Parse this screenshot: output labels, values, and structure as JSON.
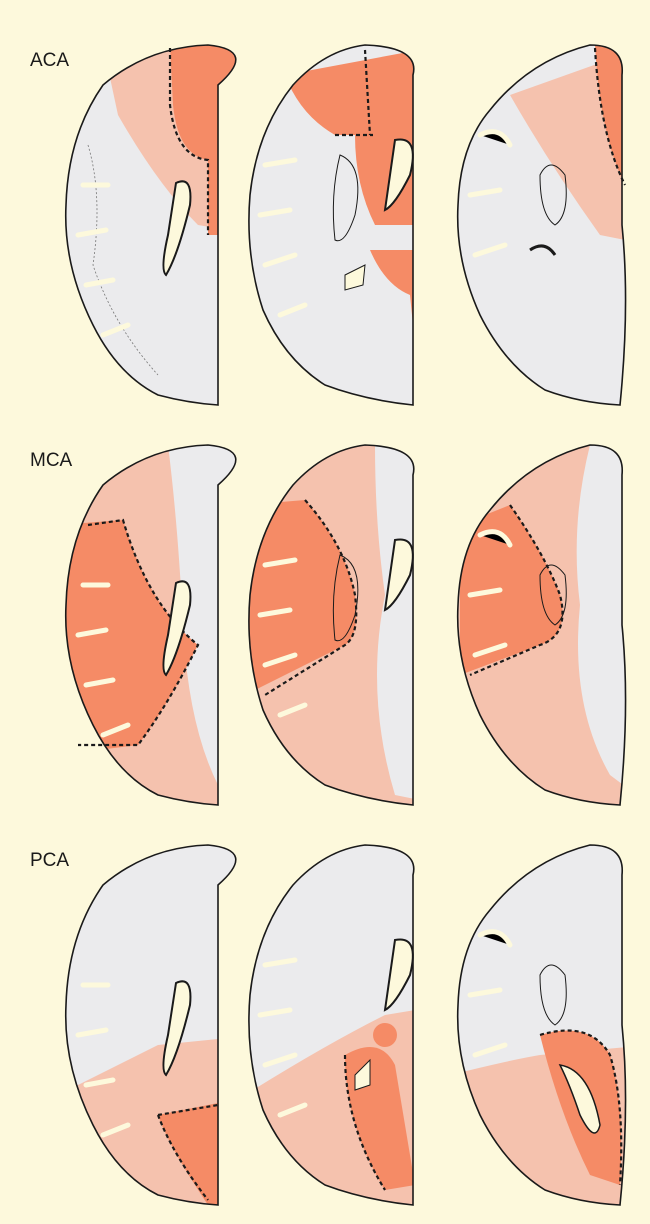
{
  "colors": {
    "background": "#fdf9dc",
    "tissue": "#ebebed",
    "core": "#f58b66",
    "border": "#f5c2ae",
    "ventricle": "#fdf9dc",
    "outline": "#1a1a1a"
  },
  "rows": [
    {
      "label": "ACA"
    },
    {
      "label": "MCA"
    },
    {
      "label": "PCA"
    }
  ]
}
